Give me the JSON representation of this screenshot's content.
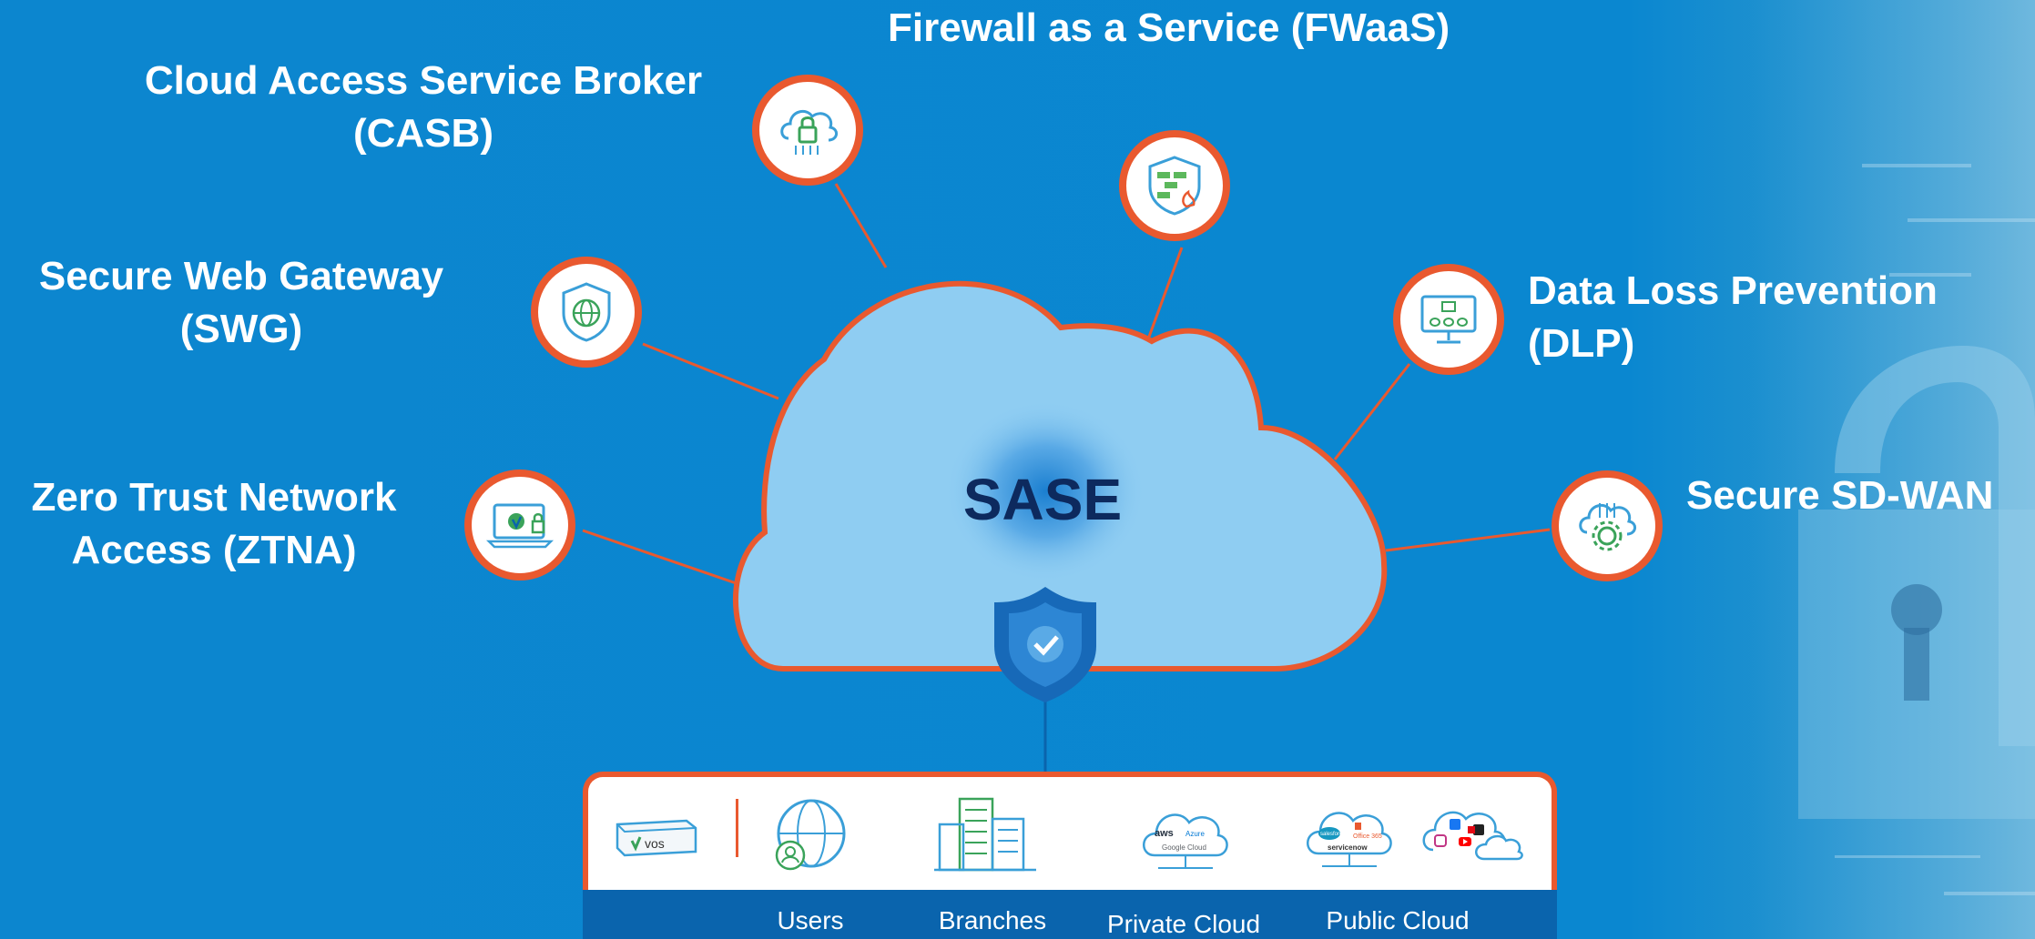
{
  "center": {
    "label": "SASE"
  },
  "services": {
    "fwaas": "Firewall as a Service (FWaaS)",
    "casb_line1": "Cloud Access Service Broker",
    "casb_line2": "(CASB)",
    "swg_line1": "Secure Web Gateway",
    "swg_line2": "(SWG)",
    "dlp_line1": "Data Loss Prevention",
    "dlp_line2": "(DLP)",
    "ztna_line1": "Zero Trust Network",
    "ztna_line2": "Access (ZTNA)",
    "sdwan": "Secure SD-WAN"
  },
  "icons": {
    "casb": "cloud-lock-icon",
    "fwaas": "firewall-shield-icon",
    "swg": "globe-shield-icon",
    "dlp": "monitor-data-icon",
    "ztna": "laptop-lock-icon",
    "sdwan": "cloud-gear-icon",
    "center_badge": "shield-check-icon"
  },
  "bottom": {
    "device_label": "vos",
    "captions": {
      "users": "Users",
      "branches": "Branches",
      "private_cloud": "Private Cloud",
      "public_cloud": "Public Cloud"
    },
    "private_cloud_logos": {
      "aws": "aws",
      "azure": "Azure",
      "google": "Google Cloud"
    },
    "public_cloud_logos": {
      "salesforce": "salesforce",
      "office": "Office 365",
      "servicenow": "servicenow"
    }
  },
  "colors": {
    "accent": "#e9592f",
    "background": "#0a87d0",
    "cloud": "#8fcdf2",
    "sase_text": "#0d2a5e"
  }
}
